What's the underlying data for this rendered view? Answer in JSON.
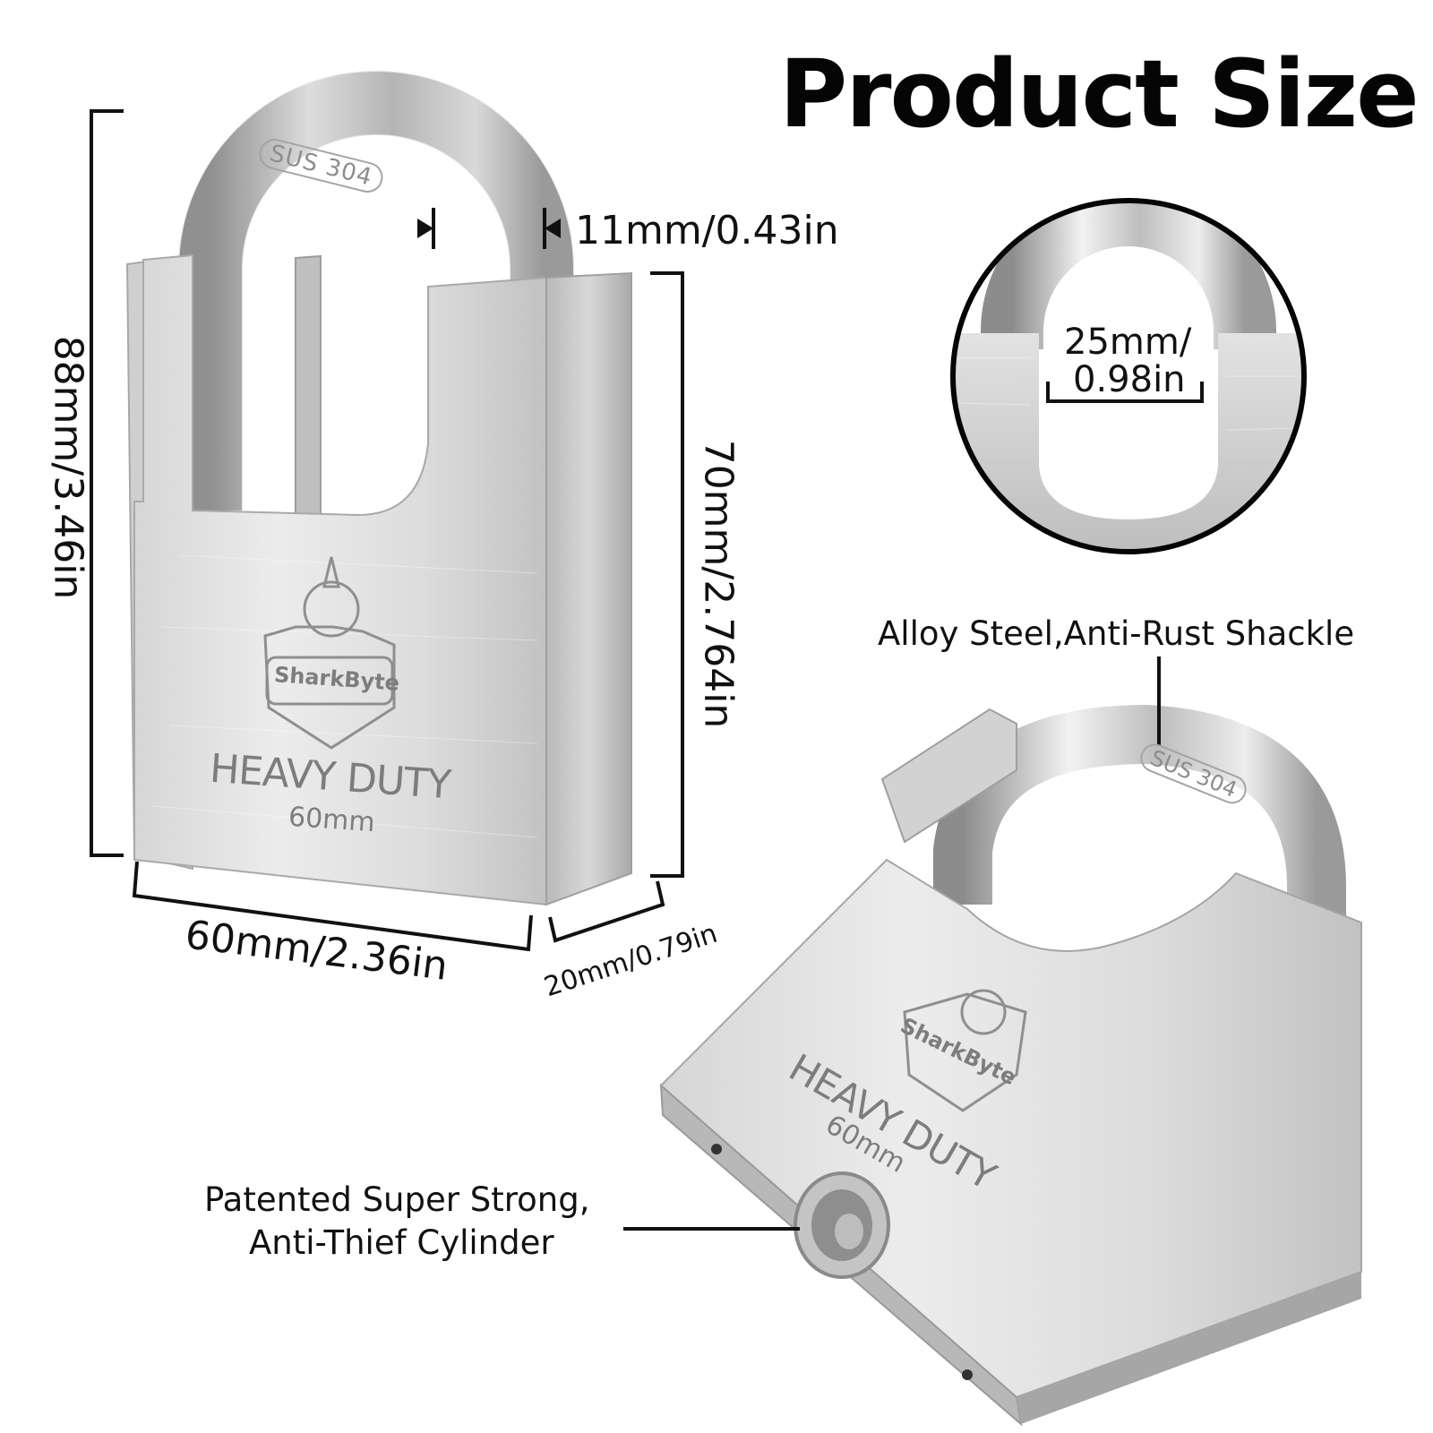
{
  "title": "Product Size",
  "dimensions": {
    "height_total": "88mm/3.46in",
    "body_height": "70mm/2.764in",
    "width": "60mm/2.36in",
    "depth": "20mm/0.79in",
    "shackle_diameter": "11mm/0.43in",
    "shackle_clearance_line1": "25mm/",
    "shackle_clearance_line2": "0.98in"
  },
  "engravings": {
    "shackle_stamp": "SUS 304",
    "brand": "SharkByte",
    "heavy_duty": "HEAVY DUTY",
    "size": "60mm"
  },
  "callouts": {
    "shackle": "Alloy Steel,Anti-Rust Shackle",
    "cylinder_line1": "Patented Super Strong,",
    "cylinder_line2": "Anti-Thief Cylinder"
  },
  "colors": {
    "steel_light": "#e9e9e9",
    "steel_mid": "#c9c9c9",
    "steel_dark": "#8e8e8e",
    "line": "#111111"
  }
}
